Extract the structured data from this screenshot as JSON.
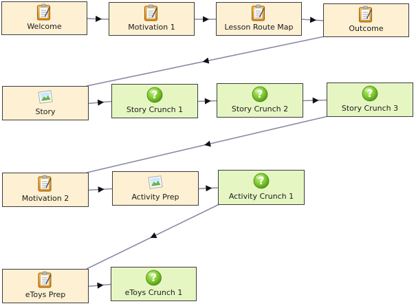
{
  "colors": {
    "page_fill": "#fdf0d3",
    "page_stroke": "#9b7a3e",
    "question_fill": "#e6f6c3",
    "question_stroke": "#7a9a4a",
    "edge": "#8a88a2",
    "arrow": "#111111"
  },
  "nodes": [
    {
      "id": "welcome",
      "label": "Welcome",
      "kind": "page",
      "icon": "notepad-icon"
    },
    {
      "id": "motivation-1",
      "label": "Motivation 1",
      "kind": "page",
      "icon": "notepad-icon"
    },
    {
      "id": "lesson-route-map",
      "label": "Lesson Route Map",
      "kind": "page",
      "icon": "notepad-icon"
    },
    {
      "id": "outcome",
      "label": "Outcome",
      "kind": "page",
      "icon": "notepad-icon"
    },
    {
      "id": "story",
      "label": "Story",
      "kind": "page",
      "icon": "image-icon"
    },
    {
      "id": "story-crunch-1",
      "label": "Story Crunch 1",
      "kind": "question",
      "icon": "question-icon"
    },
    {
      "id": "story-crunch-2",
      "label": "Story Crunch 2",
      "kind": "question",
      "icon": "question-icon"
    },
    {
      "id": "story-crunch-3",
      "label": "Story Crunch 3",
      "kind": "question",
      "icon": "question-icon"
    },
    {
      "id": "motivation-2",
      "label": "Motivation 2",
      "kind": "page",
      "icon": "notepad-icon"
    },
    {
      "id": "activity-prep",
      "label": "Activity Prep",
      "kind": "page",
      "icon": "image-icon"
    },
    {
      "id": "activity-crunch-1",
      "label": "Activity Crunch 1",
      "kind": "question",
      "icon": "question-icon"
    },
    {
      "id": "etoys-prep",
      "label": "eToys Prep",
      "kind": "page",
      "icon": "notepad-icon"
    },
    {
      "id": "etoys-crunch-1",
      "label": "eToys Crunch 1",
      "kind": "question",
      "icon": "question-icon"
    }
  ],
  "edges": [
    {
      "from": "welcome",
      "to": "motivation-1"
    },
    {
      "from": "motivation-1",
      "to": "lesson-route-map"
    },
    {
      "from": "lesson-route-map",
      "to": "outcome"
    },
    {
      "from": "outcome",
      "to": "story"
    },
    {
      "from": "story",
      "to": "story-crunch-1"
    },
    {
      "from": "story-crunch-1",
      "to": "story-crunch-2"
    },
    {
      "from": "story-crunch-2",
      "to": "story-crunch-3"
    },
    {
      "from": "story-crunch-3",
      "to": "motivation-2"
    },
    {
      "from": "motivation-2",
      "to": "activity-prep"
    },
    {
      "from": "activity-prep",
      "to": "activity-crunch-1"
    },
    {
      "from": "activity-crunch-1",
      "to": "etoys-prep"
    },
    {
      "from": "etoys-prep",
      "to": "etoys-crunch-1"
    }
  ]
}
